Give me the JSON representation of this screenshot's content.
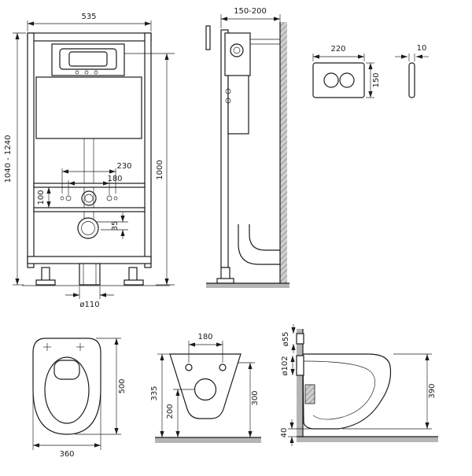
{
  "drawing": {
    "line_color": "#1b1b1b",
    "wall_fill": "#b5b5b5"
  },
  "views": {
    "frame_front": {
      "width": "535",
      "total_height": "1040 - 1240",
      "frame_height": "1000",
      "bolt_spacing_outer": "230",
      "bolt_spacing_inner": "180",
      "strut_spacing": "100",
      "outlet_offset": "35",
      "drain_diameter": "ø110"
    },
    "frame_side": {
      "depth_range": "150-200"
    },
    "flush_plate": {
      "width": "220",
      "height": "150",
      "thickness": "10"
    },
    "bowl_top": {
      "depth": "500",
      "width": "360"
    },
    "bowl_front": {
      "hole_spacing": "180",
      "total_height": "335",
      "drain_height": "200",
      "rim_height": "300"
    },
    "bowl_side": {
      "inlet_diameter": "ø55",
      "outlet_diameter": "ø102",
      "height": "390",
      "floor_gap": "40"
    }
  }
}
